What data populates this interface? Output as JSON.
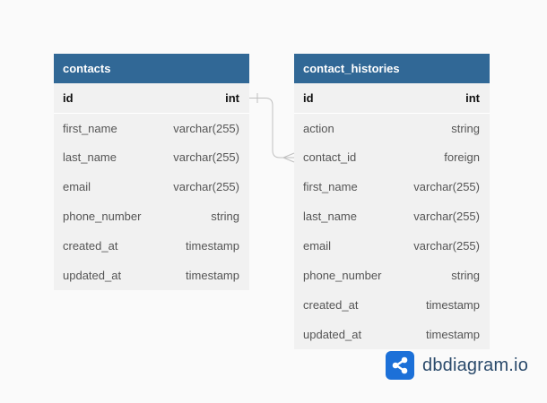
{
  "tables": {
    "contacts": {
      "name": "contacts",
      "columns": [
        {
          "name": "id",
          "type": "int"
        },
        {
          "name": "first_name",
          "type": "varchar(255)"
        },
        {
          "name": "last_name",
          "type": "varchar(255)"
        },
        {
          "name": "email",
          "type": "varchar(255)"
        },
        {
          "name": "phone_number",
          "type": "string"
        },
        {
          "name": "created_at",
          "type": "timestamp"
        },
        {
          "name": "updated_at",
          "type": "timestamp"
        }
      ]
    },
    "contact_histories": {
      "name": "contact_histories",
      "columns": [
        {
          "name": "id",
          "type": "int"
        },
        {
          "name": "action",
          "type": "string"
        },
        {
          "name": "contact_id",
          "type": "foreign"
        },
        {
          "name": "first_name",
          "type": "varchar(255)"
        },
        {
          "name": "last_name",
          "type": "varchar(255)"
        },
        {
          "name": "email",
          "type": "varchar(255)"
        },
        {
          "name": "phone_number",
          "type": "string"
        },
        {
          "name": "created_at",
          "type": "timestamp"
        },
        {
          "name": "updated_at",
          "type": "timestamp"
        }
      ]
    }
  },
  "relationship": {
    "from": "contacts.id",
    "to": "contact_histories.contact_id",
    "from_cardinality": "one",
    "to_cardinality": "many"
  },
  "colors": {
    "header": "#316896",
    "table_body": "#f1f1f1",
    "background": "#fafafa",
    "connector": "#c0c0c0",
    "brand": "#1c70d8"
  },
  "brand": {
    "logo_text": "dbdiagram.io",
    "icon": "share-nodes-icon"
  }
}
